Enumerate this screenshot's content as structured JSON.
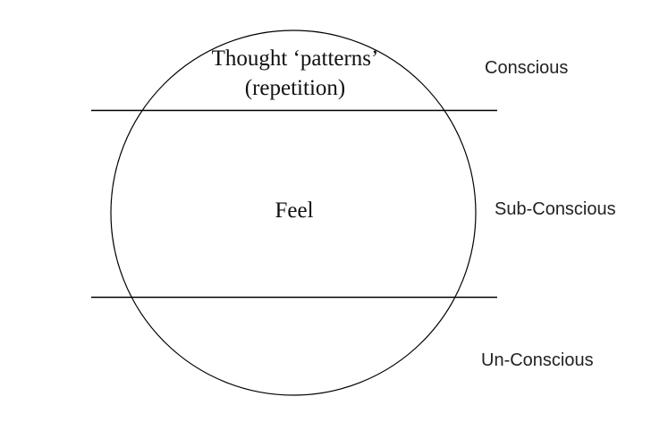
{
  "diagram": {
    "circle_text": {
      "top_line1": "Thought ‘patterns’",
      "top_line2": "(repetition)",
      "middle": "Feel"
    },
    "levels": {
      "conscious": "Conscious",
      "sub_conscious": "Sub-Conscious",
      "un_conscious": "Un-Conscious"
    },
    "colors": {
      "stroke": "#000000",
      "text": "#111111"
    }
  }
}
